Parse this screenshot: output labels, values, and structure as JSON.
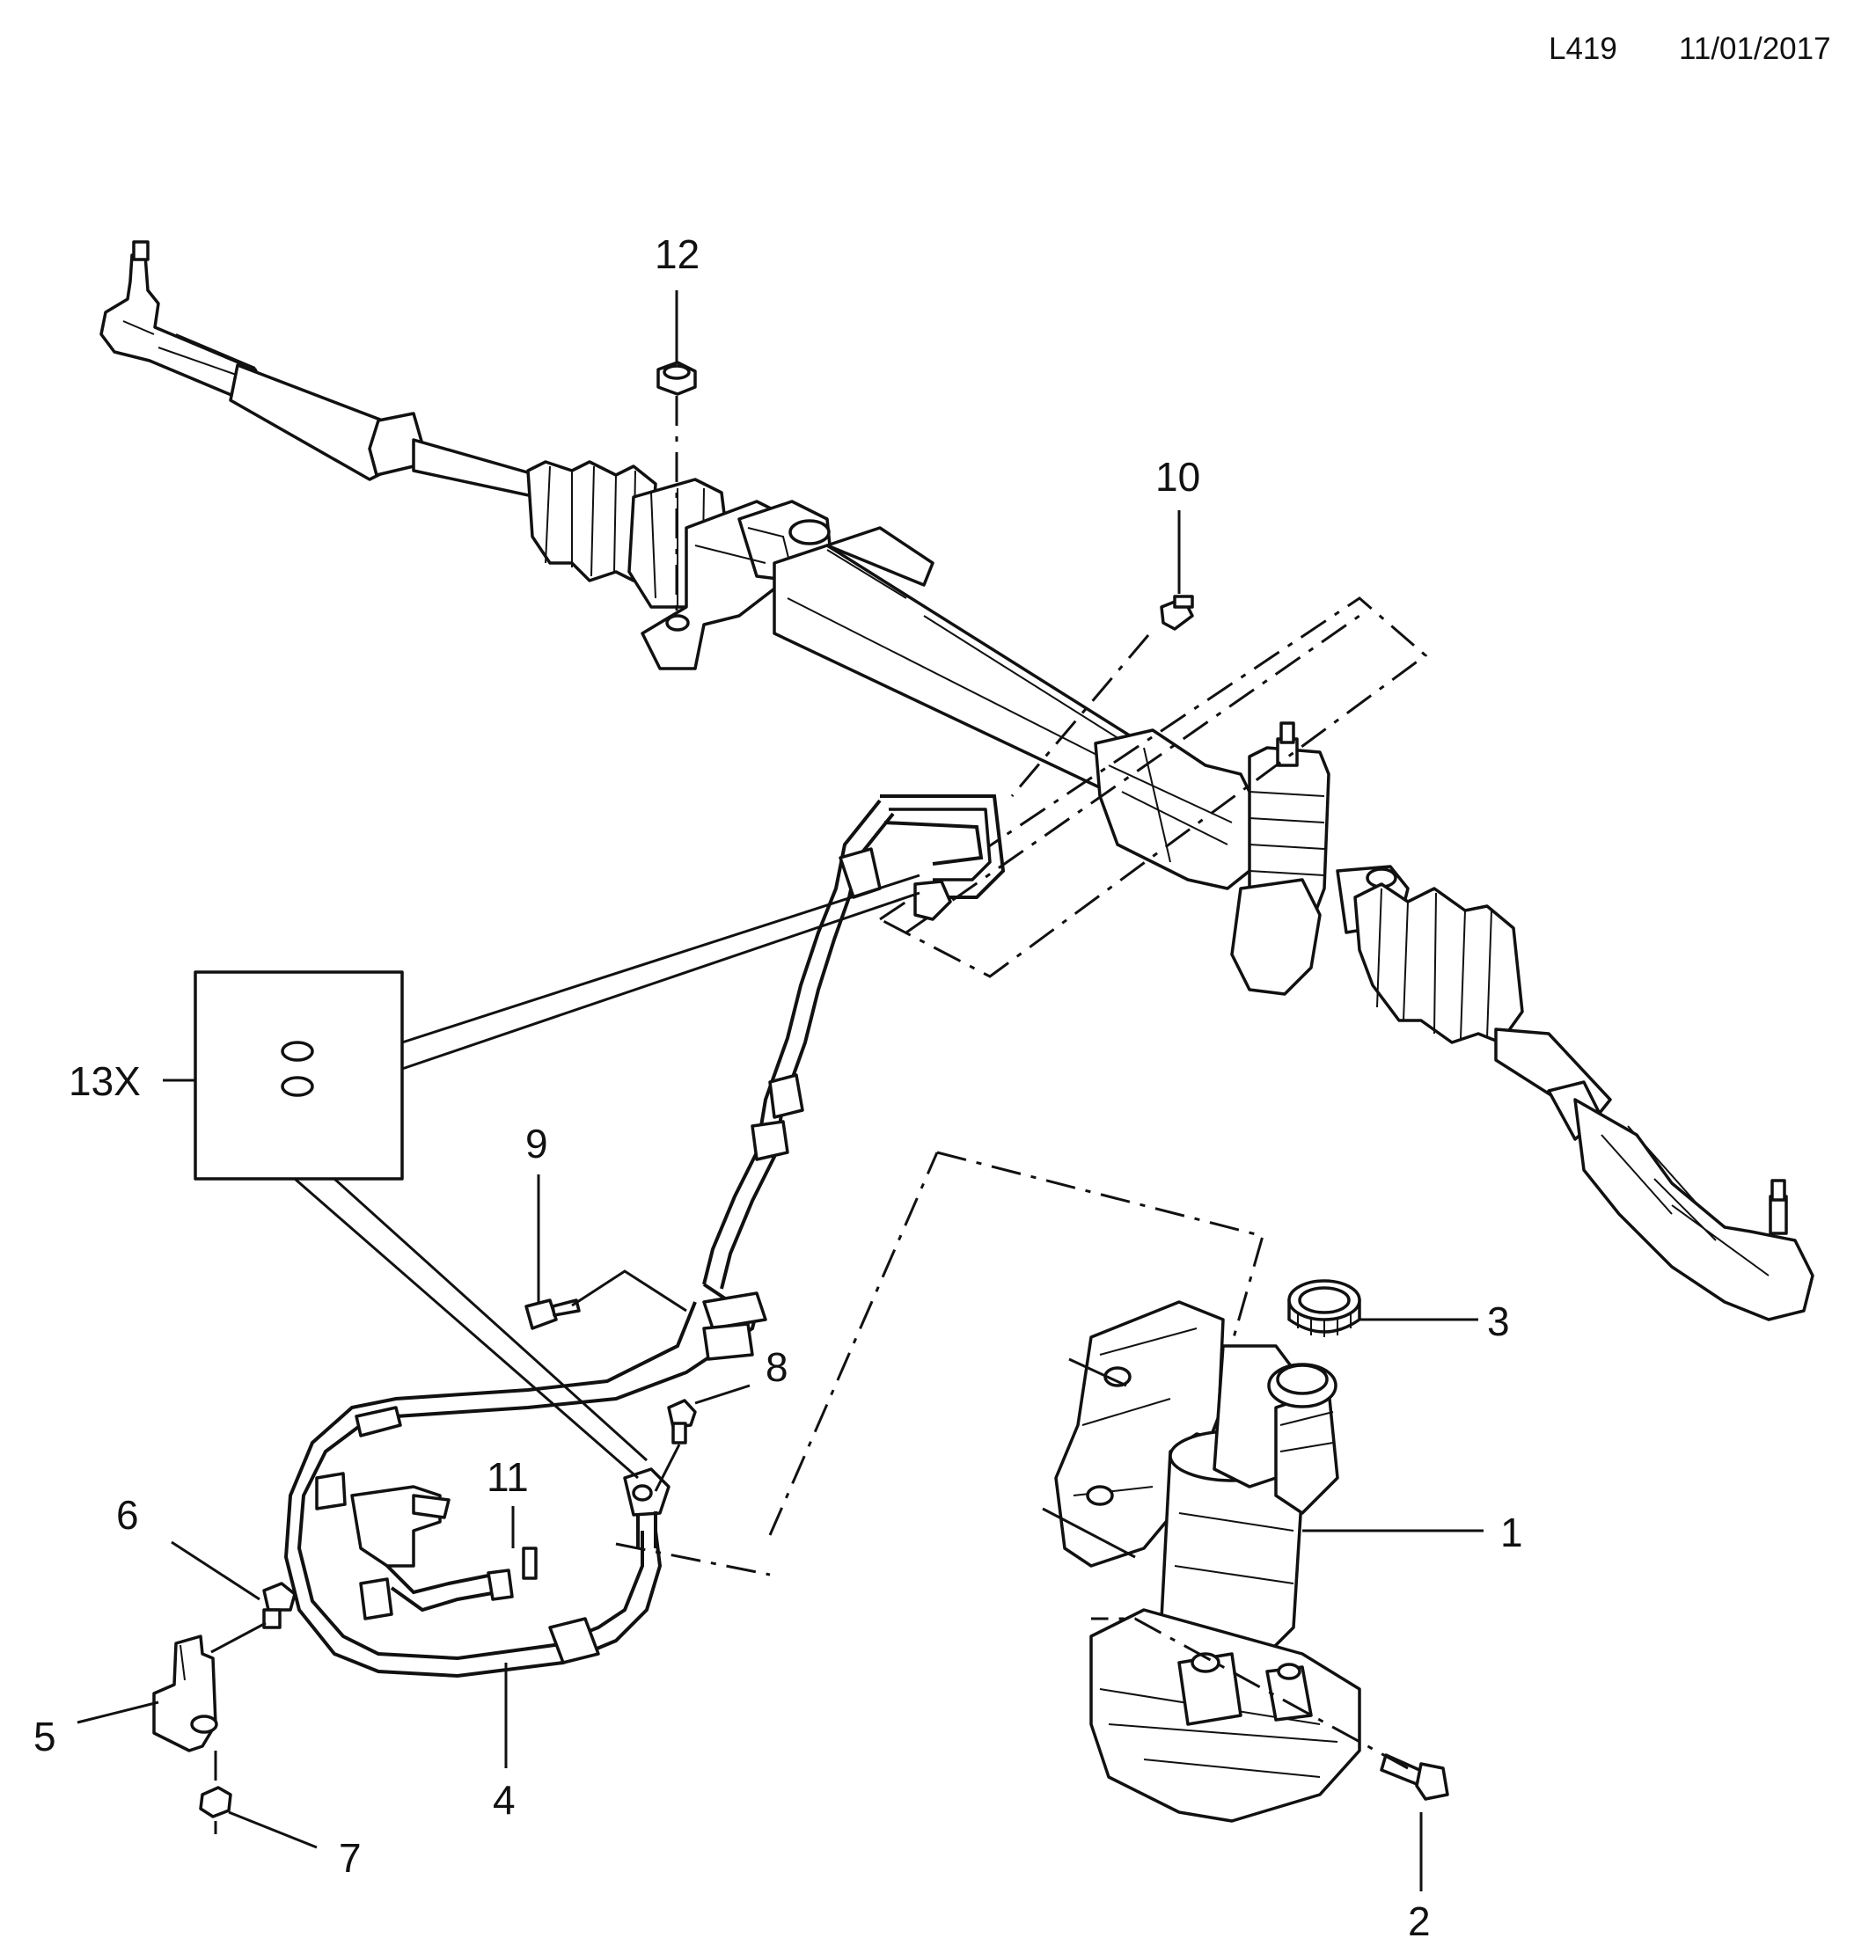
{
  "header": {
    "code": "L419",
    "date": "11/01/2017"
  },
  "callouts": [
    {
      "id": "1",
      "text": "1"
    },
    {
      "id": "2",
      "text": "2"
    },
    {
      "id": "3",
      "text": "3"
    },
    {
      "id": "4",
      "text": "4"
    },
    {
      "id": "5",
      "text": "5"
    },
    {
      "id": "6",
      "text": "6"
    },
    {
      "id": "7",
      "text": "7"
    },
    {
      "id": "8",
      "text": "8"
    },
    {
      "id": "9",
      "text": "9"
    },
    {
      "id": "10",
      "text": "10"
    },
    {
      "id": "11",
      "text": "11"
    },
    {
      "id": "12",
      "text": "12"
    },
    {
      "id": "13X",
      "text": "13X"
    }
  ]
}
